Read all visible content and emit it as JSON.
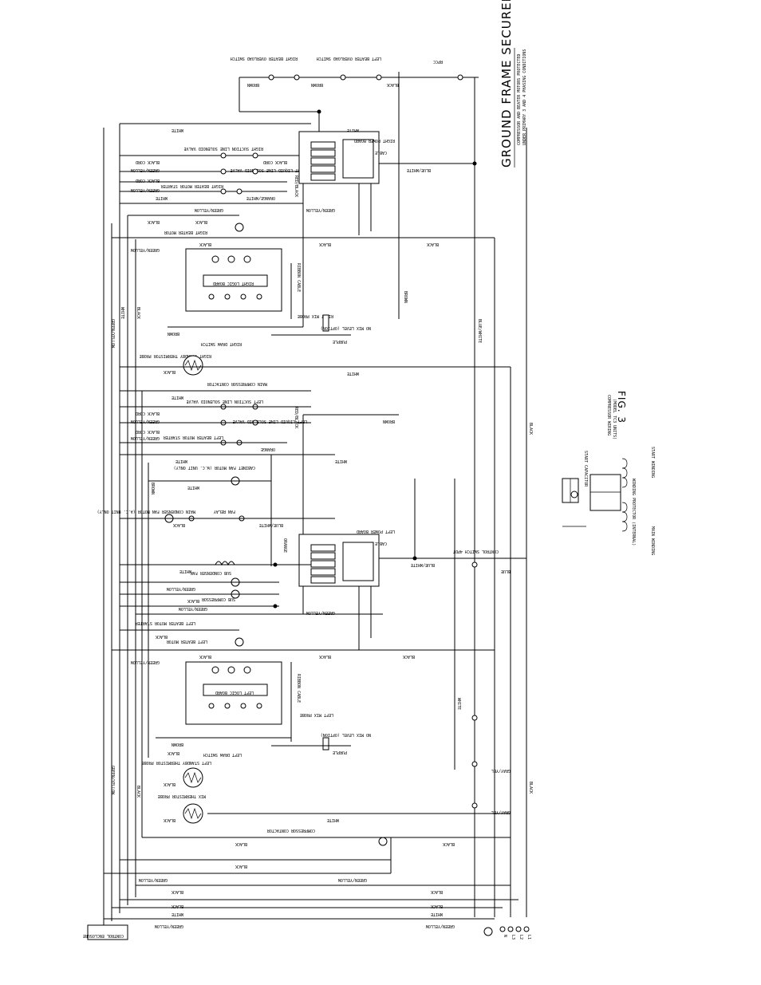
{
  "heading": {
    "title": "GROUND FRAME SECURELY",
    "subtitle": "COMPRESSOR AND BEATER MOTORS PROTECTED",
    "subtitle2": "UNDER PRIMARY 3 AND 4 PHASING CONDITIONS"
  },
  "top_switches": {
    "right_overload": "RIGHT BEATER OVERLOAD SWITCH",
    "left_overload": "LEFT BEATER OVERLOAD SWITCH",
    "rpcc": "RPCC"
  },
  "logic_boards": {
    "right": "RIGHT LOGIC BOARD",
    "left": "LEFT LOGIC BOARD"
  },
  "power_boards": {
    "right": "RIGHT POWER BOARD",
    "left": "LEFT POWER BOARD",
    "cable": "CABLE"
  },
  "components": {
    "right_line_solenoid": "RIGHT SUCTION LINE SOLENOID VALVE",
    "right_liquid_solenoid": "RIGHT LIQUID LINE SOLENOID VALVE",
    "right_beater_starter": "RIGHT BEATER MOTOR STARTER",
    "right_beater_motor": "RIGHT BEATER MOTOR",
    "left_line_solenoid": "LEFT SUCTION LINE SOLENOID VALVE",
    "left_liquid_solenoid": "LEFT LIQUID LINE SOLENOID VALVE",
    "left_beater_starter": "LEFT BEATER MOTOR STARTER",
    "left_beater_motor": "LEFT BEATER MOTOR",
    "cabinet_fan": "CABINET FAN MOTOR (W.C. UNIT ONLY)",
    "main_condenser_fan": "MAIN CONDENSER FAN MOTOR (A.C. UNIT ONLY)",
    "fan_relay": "FAN RELAY",
    "sub_condenser_fan": "SUB CONDENSER FAN",
    "sub_compressor": "SUB COMPRESSOR",
    "right_standby_probe": "RIGHT STANDBY THERMISTOR PROBE",
    "left_standby_probe": "LEFT STANDBY THERMISTOR PROBE",
    "mix_probe": "MIX THERMISTOR PROBE",
    "compressor_contactor": "COMPRESSOR CONTACTOR",
    "main_compressor_contactor": "MAIN COMPRESSOR CONTACTOR",
    "right_mix_probe": "RIGHT MIX PROBE",
    "left_mix_probe": "LEFT MIX PROBE",
    "no_mix_level": "NO MIX LEVEL (OPTION)",
    "right_draw_switch": "RIGHT DRAW SWITCH",
    "left_draw_switch": "LEFT DRAW SWITCH",
    "control_switch": "CONTROL SWITCH 4PDT",
    "control_enclosure": "CONTROL ENCLOSURE"
  },
  "compressor_inset": {
    "title": "COMPRESSOR WIRING",
    "model": "(MODEL TC3 UNITS)",
    "start_capacitor": "START CAPACITOR",
    "start_winding": "START WINDING",
    "main_winding": "MAIN WINDING",
    "winding_protector": "WINDING PROTECTOR (INTERNAL)",
    "fig": "FIG. 3"
  },
  "wire_colors": {
    "white": "WHITE",
    "black": "BLACK",
    "brown": "BROWN",
    "green_yellow": "GREEN/YELLOW",
    "orange": "ORANGE",
    "purple": "PURPLE",
    "red_black": "RED/BLACK",
    "blue_white": "BLUE/WHITE",
    "orange_white": "ORANGE/WHITE",
    "gray_yel": "GRAY/YEL",
    "black_cord": "BLACK CORD",
    "ribbon_cable": "RIBBON CABLE",
    "blue": "BLUE"
  },
  "supply_terminals": [
    "L1",
    "L2",
    "L3",
    "N"
  ]
}
